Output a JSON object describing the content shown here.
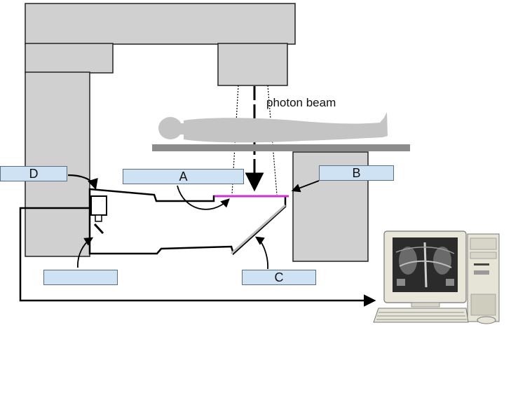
{
  "labels": {
    "a": "A",
    "b": "B",
    "c": "C",
    "d": "D",
    "unlabeled": ""
  },
  "beam_label": "photon beam",
  "colors": {
    "gantry": "#d0d0d0",
    "couch": "#8c8c8c",
    "patient": "#c4c4c4",
    "label_fill": "#cfe2f3",
    "detector": "#cc33cc",
    "outline": "#000000"
  }
}
